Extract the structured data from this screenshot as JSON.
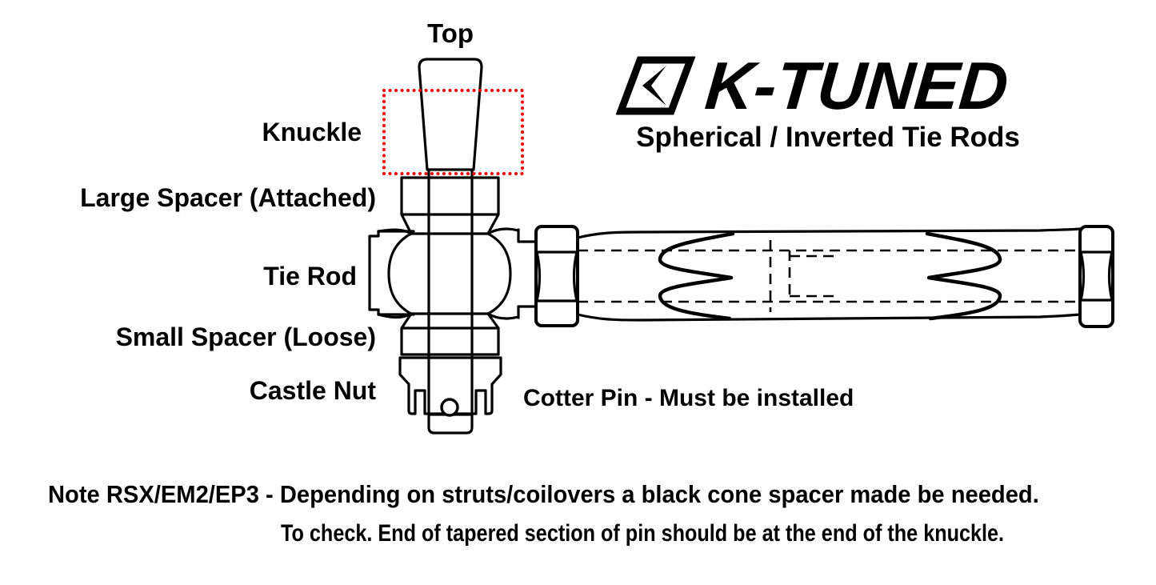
{
  "header": {
    "brand": "K-TUNED",
    "subtitle": "Spherical / Inverted Tie Rods"
  },
  "labels": {
    "top": "Top",
    "knuckle": "Knuckle",
    "large_spacer": "Large Spacer (Attached)",
    "tie_rod": "Tie Rod",
    "small_spacer": "Small Spacer (Loose)",
    "castle_nut": "Castle Nut",
    "cotter_pin": "Cotter Pin - Must be installed"
  },
  "notes": {
    "line1": "Note RSX/EM2/EP3 - Depending on struts/coilovers a black cone spacer made be needed.",
    "line2": "To check. End of tapered section of pin should be at the end of the knuckle."
  },
  "colors": {
    "line": "#000000",
    "highlight": "#ff0000",
    "background": "#ffffff"
  }
}
